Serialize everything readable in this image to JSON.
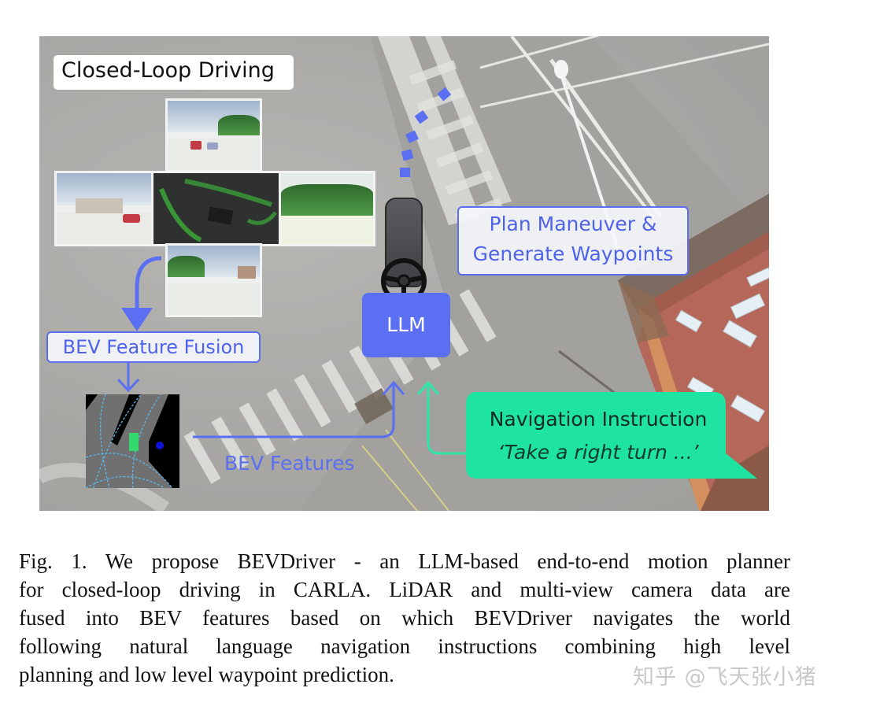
{
  "figure": {
    "title_label": "Closed-Loop Driving",
    "fusion_label": "BEV Feature Fusion",
    "features_label": "BEV Features",
    "llm_label": "LLM",
    "plan_label_line1": "Plan Maneuver &",
    "plan_label_line2": "Generate Waypoints",
    "nav_title": "Navigation Instruction",
    "nav_quote": "‘Take a right turn ...’",
    "colors": {
      "accent_blue": "#5a6ff2",
      "label_text_blue": "#4f63ea",
      "nav_green": "#1ee3a2",
      "nav_arrow_green": "#2ce8a8",
      "bev_gray": "#707070",
      "bev_lane_cyan": "#59b8e8",
      "ego_green": "#33d96a",
      "target_blue": "#1014d8"
    },
    "camera_views": [
      "front",
      "front-left",
      "lidar",
      "front-right",
      "back"
    ]
  },
  "caption": {
    "lines": [
      "Fig. 1.   We propose BEVDriver - an LLM-based end-to-end motion planner",
      "for closed-loop driving in CARLA. LiDAR and multi-view camera data are",
      "fused into BEV features based on which BEVDriver navigates the world",
      "following natural language navigation instructions combining high level",
      "planning and low level waypoint prediction."
    ]
  },
  "watermark": "知乎 @飞天张小猪"
}
